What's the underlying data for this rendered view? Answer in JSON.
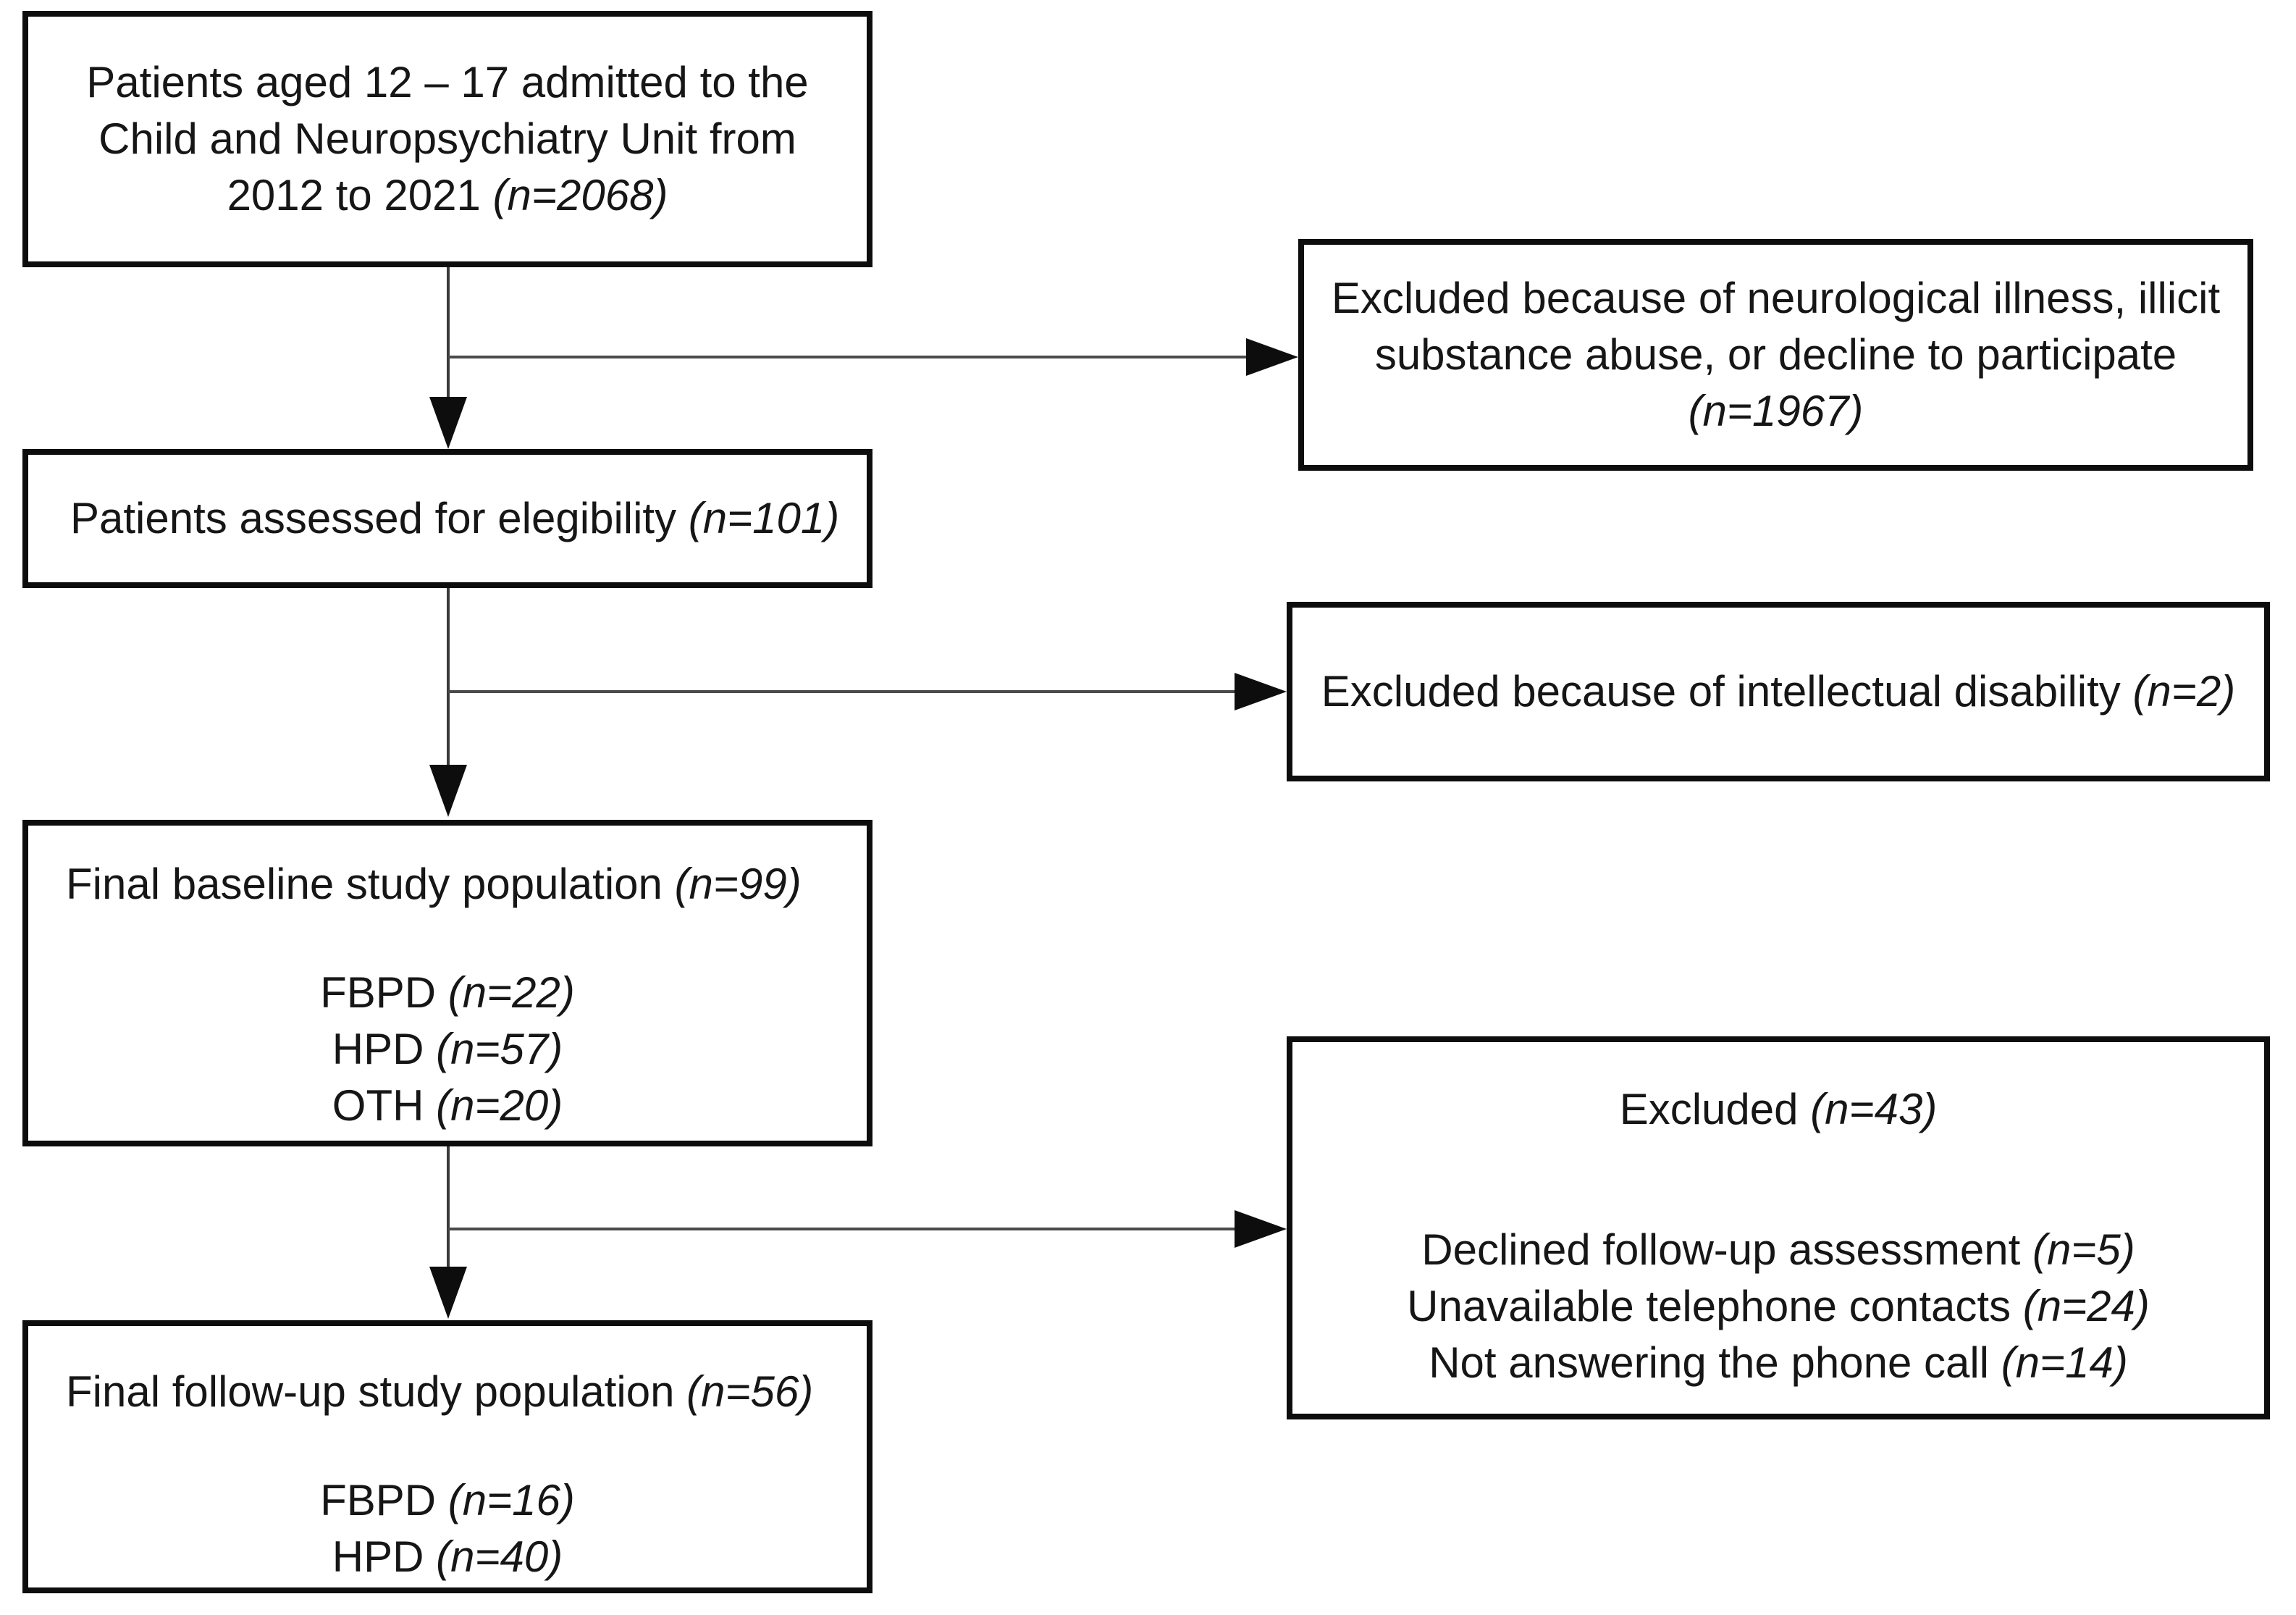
{
  "figure": {
    "type": "flowchart",
    "background": "#ffffff",
    "text_color": "#161616",
    "border_color": "#0d0d0d",
    "nodes": {
      "admitted": {
        "line1": "Patients aged 12 – 17 admitted to the",
        "line2": "Child and Neuropsychiatry Unit from",
        "line3_pre": "2012 to 2021 ",
        "line3_n": "(n=2068)"
      },
      "excluded_screening": {
        "line1": "Excluded because of neurological illness, illicit",
        "line2": "substance abuse, or decline to participate",
        "line3_n": "(n=1967)"
      },
      "assessed": {
        "line_pre": "Patients assessed for elegibility ",
        "line_n": "(n=101)"
      },
      "excluded_intellectual": {
        "line_pre": "Excluded because of intellectual disability ",
        "line_n": "(n=2)"
      },
      "baseline": {
        "title_pre": "Final baseline study population ",
        "title_n": "(n=99)",
        "items": [
          {
            "pre": "FBPD ",
            "n": "(n=22)"
          },
          {
            "pre": "HPD ",
            "n": "(n=57)"
          },
          {
            "pre": "OTH ",
            "n": "(n=20)"
          }
        ]
      },
      "excluded_followup": {
        "title_pre": "Excluded ",
        "title_n": "(n=43)",
        "items": [
          {
            "pre": "Declined follow-up assessment ",
            "n": "(n=5)"
          },
          {
            "pre": "Unavailable telephone contacts ",
            "n": "(n=24)"
          },
          {
            "pre": "Not answering the phone call ",
            "n": "(n=14)"
          }
        ]
      },
      "followup": {
        "title_pre": "Final follow-up study population ",
        "title_n": "(n=56)",
        "items": [
          {
            "pre": "FBPD ",
            "n": "(n=16)"
          },
          {
            "pre": "HPD ",
            "n": "(n=40)"
          }
        ]
      }
    },
    "connectors": [
      {
        "from": "admitted",
        "to": "assessed"
      },
      {
        "from": "admitted",
        "to": "excluded_screening"
      },
      {
        "from": "assessed",
        "to": "baseline"
      },
      {
        "from": "assessed",
        "to": "excluded_intellectual"
      },
      {
        "from": "baseline",
        "to": "followup"
      },
      {
        "from": "baseline",
        "to": "excluded_followup"
      }
    ]
  }
}
